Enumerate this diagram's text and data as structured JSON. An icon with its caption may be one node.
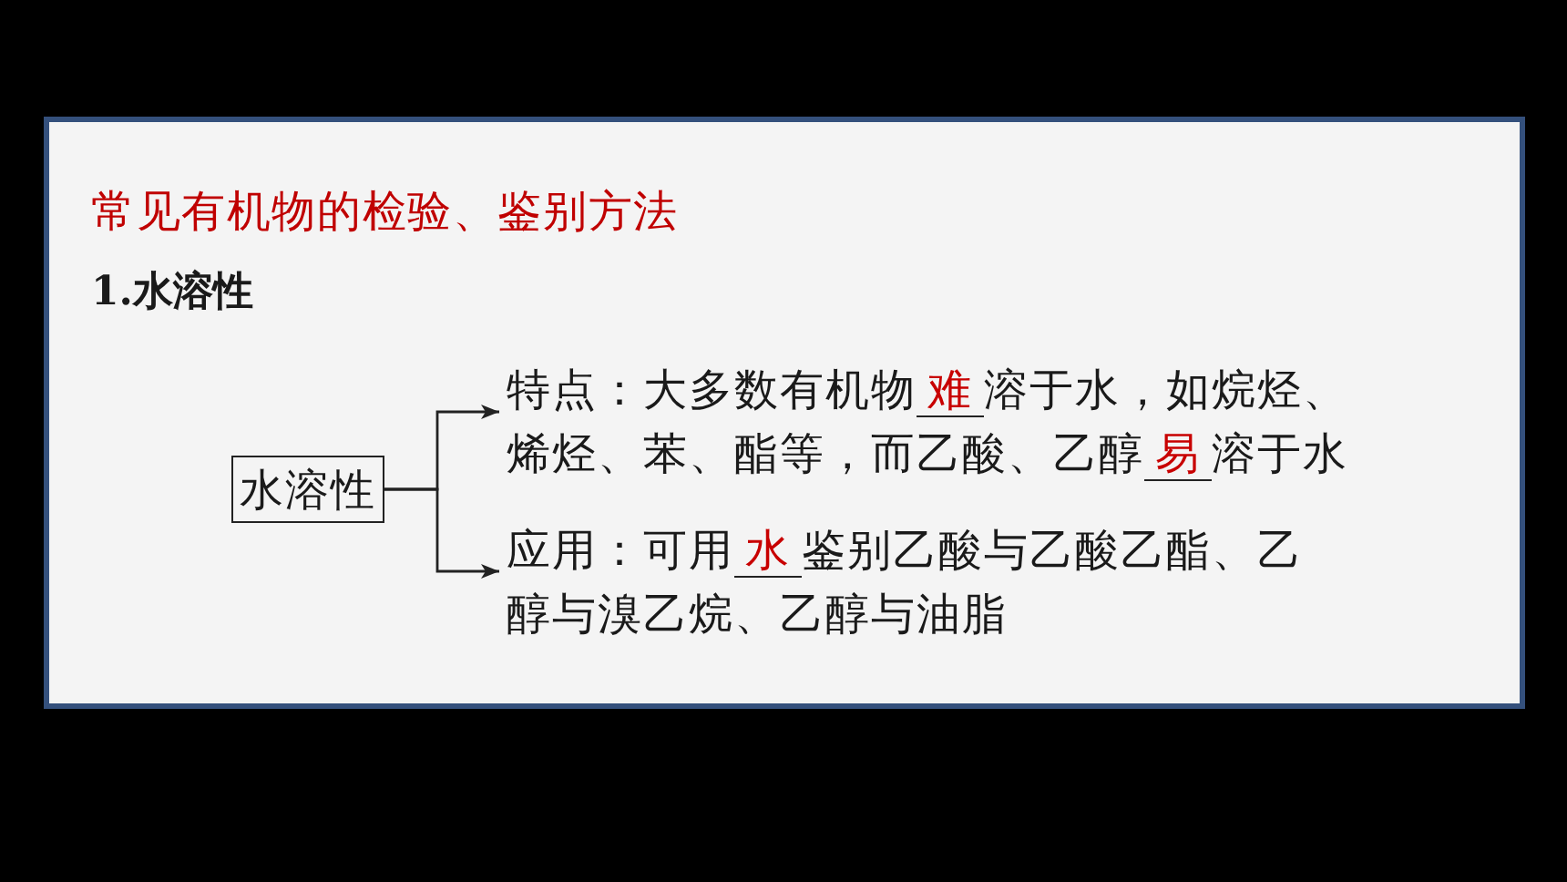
{
  "diagram": {
    "title": "常见有机物的检验、鉴别方法",
    "nodes": [
      {
        "text": [
          "水溶性"
        ]
      },
      {
        "text": [
          "特点：大多数有机物",
          "难",
          "溶于水，如烷烃、烯烃、苯、酯等，而乙酸、乙醇",
          "易",
          "溶于水"
        ]
      },
      {
        "text": [
          "应用：可用",
          "水",
          "鉴别乙酸与乙酸乙酯、乙醇与溴乙烷、乙醇与油脂"
        ]
      }
    ],
    "edges": [
      {
        "from": 0,
        "to": 1,
        "arrow": "to"
      },
      {
        "from": 0,
        "to": 2,
        "arrow": "to"
      }
    ],
    "labels": [
      "1.水溶性"
    ]
  }
}
